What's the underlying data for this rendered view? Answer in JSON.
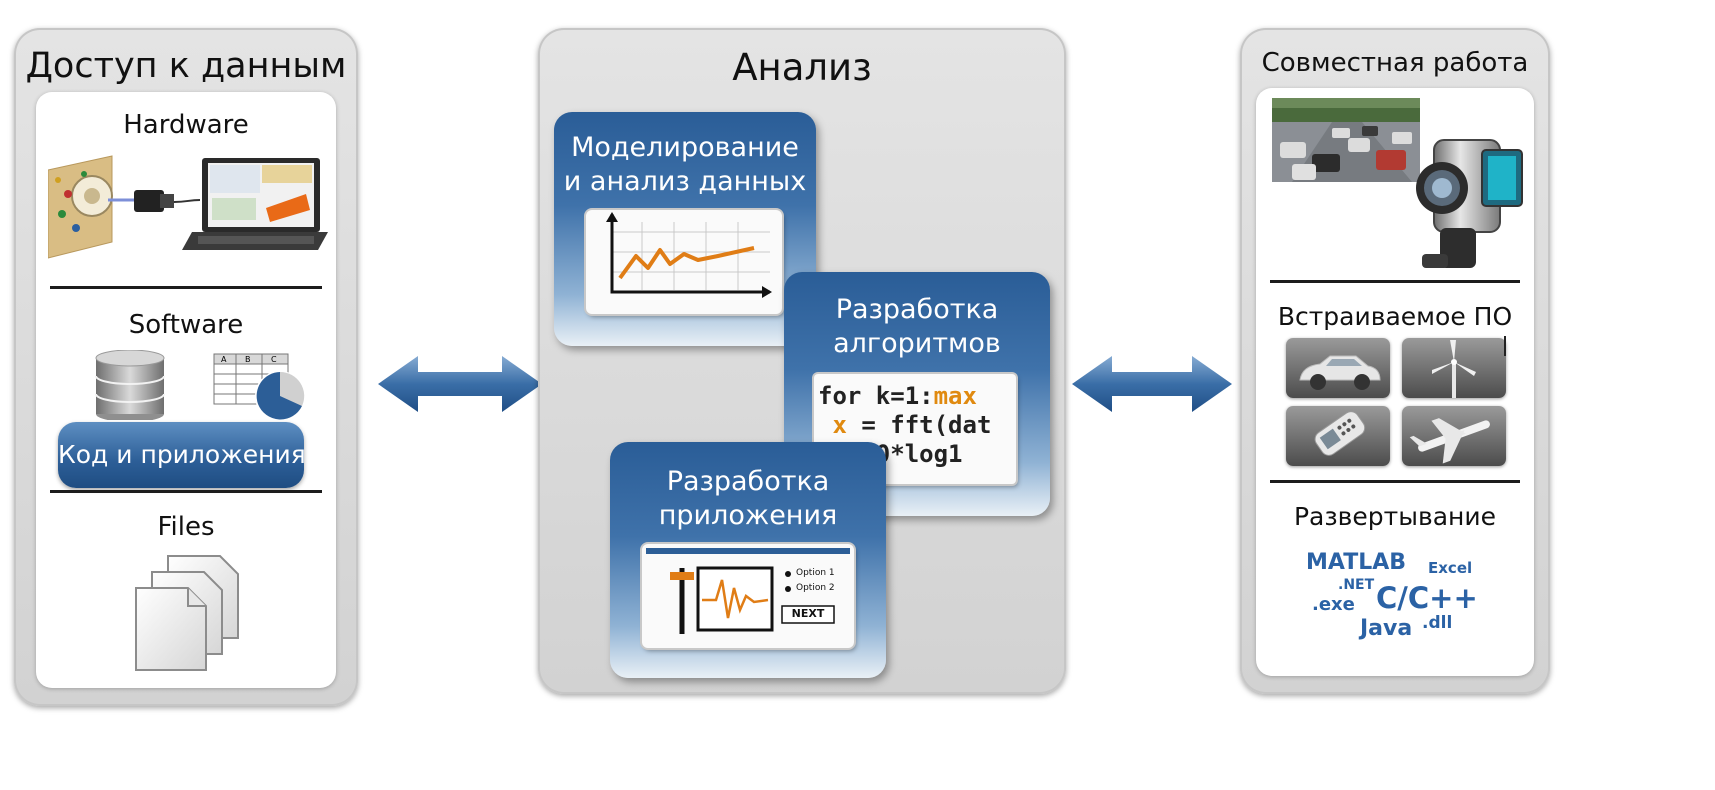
{
  "left": {
    "title": "Доступ  к данным",
    "hardware": "Hardware",
    "software": "Software",
    "apps_button": "Код и приложения",
    "files": "Files",
    "table_headers": [
      "A",
      "B",
      "C"
    ]
  },
  "center": {
    "title": "Анализ",
    "modeling": [
      "Моделирование",
      "и анализ данных"
    ],
    "algorithms": [
      "Разработка",
      "алгоритмов"
    ],
    "applications": [
      "Разработка",
      "приложения"
    ],
    "code_lines": [
      {
        "plain": "for k=1:",
        "kw": "max"
      },
      {
        "kw": " x",
        "plain": " = fft(dat"
      },
      {
        "plain": "   20*log1"
      }
    ],
    "app_ui": {
      "option1": "Option 1",
      "option2": "Option 2",
      "next": "NEXT"
    }
  },
  "right": {
    "title": "Совместная работа",
    "embedded": "Встраиваемое ПО",
    "deployment": "Развертывание",
    "deploy_targets": {
      "matlab": "MATLAB",
      "excel": "Excel",
      "net": ".NET",
      "exe": ".exe",
      "c": "C/C++",
      "java": "Java",
      "dll": ".dll"
    }
  },
  "colors": {
    "accent_blue": "#2c5e97",
    "orange": "#e08a10",
    "deploy_text": "#2b62a5"
  },
  "icons": [
    "lens-disc-icon",
    "camera-icon",
    "laptop-icon",
    "database-icon",
    "spreadsheet-icon",
    "pie-chart-icon",
    "documents-icon",
    "double-arrow-icon",
    "traffic-photo",
    "video-camera-icon",
    "car-icon",
    "wind-turbine-icon",
    "mobile-phone-icon",
    "airplane-icon"
  ]
}
